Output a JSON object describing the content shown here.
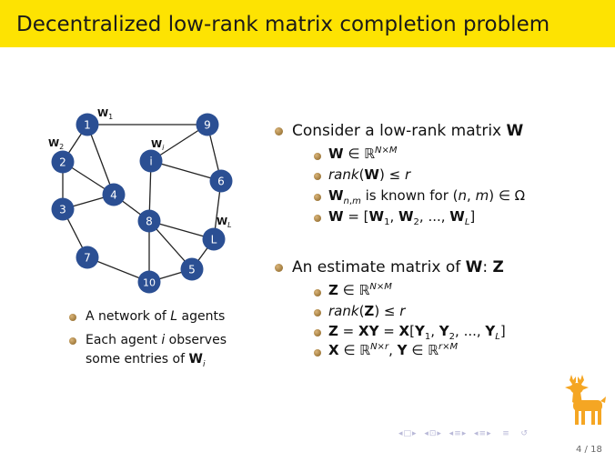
{
  "title": "Decentralized low-rank matrix completion problem",
  "network": {
    "nodes": [
      "1",
      "9",
      "2",
      "i",
      "6",
      "4",
      "3",
      "8",
      "L",
      "7",
      "5",
      "10"
    ],
    "labels": {
      "w1": "W",
      "w1_sub": "1",
      "w2": "W",
      "w2_sub": "2",
      "wi": "W",
      "wi_sub": "i",
      "wL": "W",
      "wL_sub": "L"
    }
  },
  "left_bullets": {
    "b1_pre": "A network of ",
    "b1_var": "L",
    "b1_post": " agents",
    "b2_line1_pre": "Each agent ",
    "b2_line1_var": "i",
    "b2_line1_post": " observes",
    "b2_line2_pre": "some entries of ",
    "b2_line2_bold": "W",
    "b2_line2_sub": "i"
  },
  "right": {
    "s1_pre": "Consider a low-rank matrix ",
    "s1_bold": "W",
    "s1_items": [
      "W ∈ ℝ^{N×M}",
      "rank(W) ≤ r",
      "W_{n,m} is known for (n, m) ∈ Ω",
      "W = [W1, W2, ..., WL]"
    ],
    "s2_pre": "An estimate matrix of ",
    "s2_bold1": "W",
    "s2_colon": ":",
    "s2_bold2": "Z",
    "s2_items": [
      "Z ∈ ℝ^{N×M}",
      "rank(Z) ≤ r",
      "Z = XY = X[Y1, Y2, ..., YL]",
      "X ∈ ℝ^{N×r}, Y ∈ ℝ^{r×M}"
    ]
  },
  "nav_icons": [
    "nav-frame-prev",
    "nav-frame-next",
    "nav-section-prev",
    "nav-section-next",
    "nav-sub-prev",
    "nav-sub-next",
    "nav-align",
    "nav-search"
  ],
  "page_number": "4 / 18",
  "colors": {
    "title_bar": "#fde302",
    "node": "#2b4f93",
    "bullet": "#a07a3c",
    "deer": "#f5a623"
  }
}
